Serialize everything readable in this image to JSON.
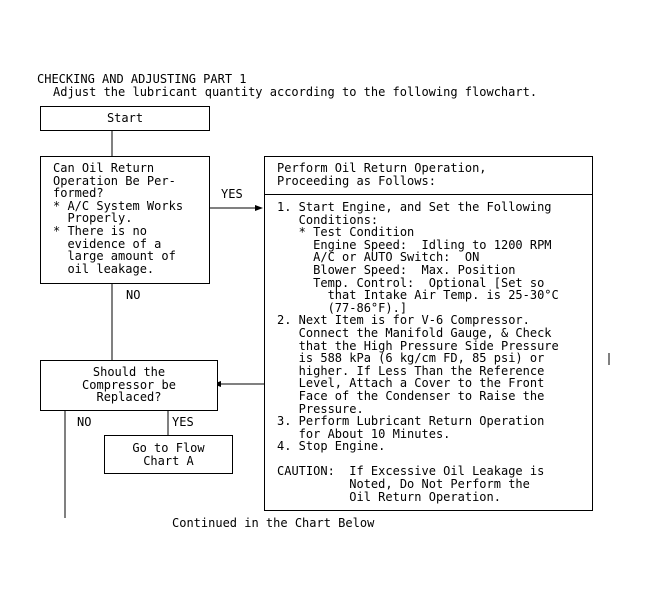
{
  "header": {
    "title": "CHECKING AND ADJUSTING PART 1",
    "subtitle": "Adjust the lubricant quantity according to the following flowchart."
  },
  "start": {
    "label": "Start"
  },
  "q_oil_return": {
    "lines": [
      "Can Oil Return",
      "Operation Be Per-",
      "formed?",
      "* A/C System Works",
      "  Properly.",
      "* There is no",
      "  evidence of a",
      "  large amount of",
      "  oil leakage."
    ]
  },
  "branch_labels": {
    "yes_1": "YES",
    "no_1": "NO",
    "no_2": "NO",
    "yes_2": "YES"
  },
  "procedure": {
    "header_lines": [
      "Perform Oil Return Operation,",
      "Proceeding as Follows:"
    ],
    "body_lines": [
      "1. Start Engine, and Set the Following",
      "   Conditions:",
      "   * Test Condition",
      "     Engine Speed:  Idling to 1200 RPM",
      "     A/C or AUTO Switch:  ON",
      "     Blower Speed:  Max. Position",
      "     Temp. Control:  Optional [Set so",
      "       that Intake Air Temp. is 25-30°C",
      "       (77-86°F).]",
      "2. Next Item is for V-6 Compressor.",
      "   Connect the Manifold Gauge, & Check",
      "   that the High Pressure Side Pressure",
      "   is 588 kPa (6 kg/cm FD, 85 psi) or",
      "   higher. If Less Than the Reference",
      "   Level, Attach a Cover to the Front",
      "   Face of the Condenser to Raise the",
      "   Pressure.",
      "3. Perform Lubricant Return Operation",
      "   for About 10 Minutes.",
      "4. Stop Engine.",
      "",
      "CAUTION:  If Excessive Oil Leakage is",
      "          Noted, Do Not Perform the",
      "          Oil Return Operation."
    ]
  },
  "q_replace": {
    "lines": [
      "Should the",
      "Compressor be",
      "Replaced?"
    ]
  },
  "goto_a": {
    "lines": [
      "Go to Flow",
      "Chart A"
    ]
  },
  "footer": {
    "continued": "Continued in the Chart Below"
  }
}
